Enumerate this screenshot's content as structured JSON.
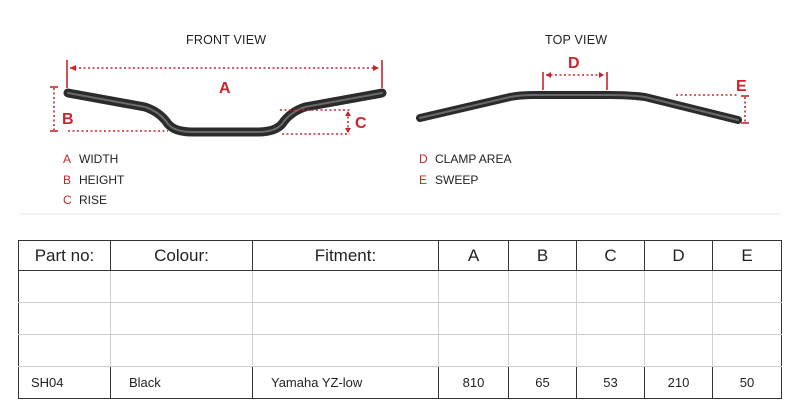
{
  "front_view": {
    "title": "FRONT VIEW",
    "labels": {
      "a": "A",
      "b": "B",
      "c": "C"
    }
  },
  "top_view": {
    "title": "TOP VIEW",
    "labels": {
      "d": "D",
      "e": "E"
    }
  },
  "legend": [
    {
      "letter": "A",
      "text": "WIDTH"
    },
    {
      "letter": "B",
      "text": "HEIGHT"
    },
    {
      "letter": "C",
      "text": "RISE"
    },
    {
      "letter": "D",
      "text": "CLAMP AREA"
    },
    {
      "letter": "E",
      "text": "SWEEP"
    }
  ],
  "table": {
    "headers": [
      "Part no:",
      "Colour:",
      "Fitment:",
      "A",
      "B",
      "C",
      "D",
      "E"
    ],
    "rows": [
      [
        "",
        "",
        "",
        "",
        "",
        "",
        "",
        ""
      ],
      [
        "",
        "",
        "",
        "",
        "",
        "",
        "",
        ""
      ],
      [
        "",
        "",
        "",
        "",
        "",
        "",
        "",
        ""
      ],
      [
        "SH04",
        "Black",
        "Yamaha YZ-low",
        "810",
        "65",
        "53",
        "210",
        "50"
      ]
    ]
  },
  "colors": {
    "accent": "#c8252c",
    "bar": "#2b2b2b",
    "text": "#222222"
  }
}
